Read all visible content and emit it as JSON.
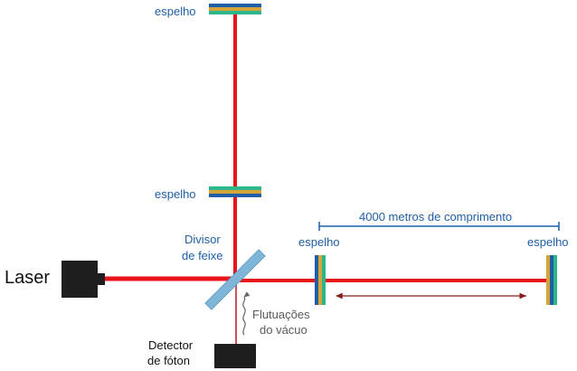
{
  "labels": {
    "laser": "Laser",
    "mirror_top": "espelho",
    "mirror_mid": "espelho",
    "mirror_near": "espelho",
    "mirror_far": "espelho",
    "splitter_line1": "Divisor",
    "splitter_line2": "de feixe",
    "arm_length": "4000 metros de comprimento",
    "fluct_line1": "Flutuações",
    "fluct_line2": "do vácuo",
    "detector_line1": "Detector",
    "detector_line2": "de fóton"
  },
  "colors": {
    "beam": "#e8141b",
    "beam_thin": "#c0181e",
    "mirror_blue": "#1f5fa6",
    "mirror_gold": "#d4a53a",
    "mirror_green": "#2fb58a",
    "splitter": "#7fb6d8",
    "device": "#1e1e1e",
    "dimension_line": "#1f5fa6",
    "arrow": "#8a1b1b"
  },
  "icons": {
    "laser": "laser-box-icon",
    "detector": "detector-box-icon",
    "fluctuation": "wavy-arrow-icon"
  }
}
